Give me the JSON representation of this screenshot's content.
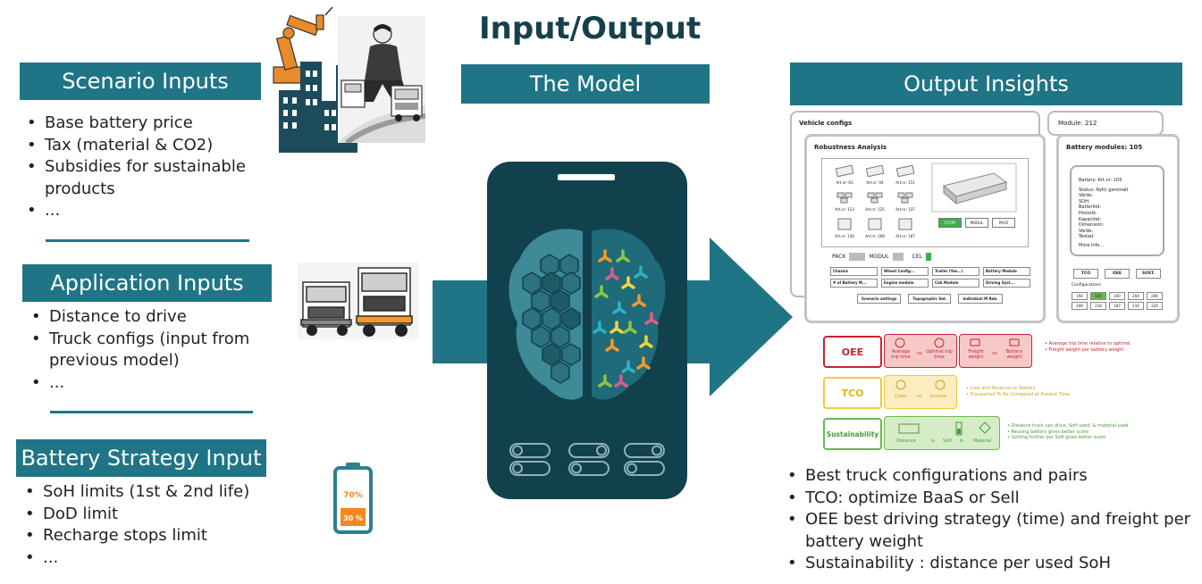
{
  "title": "Input/Output",
  "scenario": {
    "heading": "Scenario Inputs",
    "items": [
      "Base battery price",
      "Tax (material & CO2)",
      "Subsidies for sustainable products",
      "..."
    ]
  },
  "application": {
    "heading": "Application Inputs",
    "items": [
      "Distance to drive",
      "Truck configs (input from previous model)",
      "..."
    ]
  },
  "battery": {
    "heading": "Battery Strategy Input",
    "items": [
      "SoH limits (1st & 2nd life)",
      "DoD limit",
      "Recharge stops limit",
      "..."
    ],
    "level_top": "70%",
    "level_bottom": "30 %"
  },
  "model": {
    "heading": "The Model"
  },
  "output": {
    "heading": "Output Insights",
    "items": [
      "Best truck configurations and pairs",
      "TCO: optimize  BaaS or Sell",
      "OEE best driving strategy (time) and freight per battery weight",
      "Sustainability : distance per used SoH"
    ]
  },
  "screens": {
    "vehicle_configs": "Vehicle configs",
    "module": "Module: 212",
    "robustness": "Robustness Analysis",
    "battery_modules": "Battery modules: 105",
    "grid_labels": [
      "Art.nr: 63",
      "Art.nr: 94",
      "Art.nr: 151",
      "Art.nr: 113",
      "Art.nr: 125",
      "Art.nr: 137",
      "Art.nr: 140",
      "Art.nr: 168",
      "Art.nr: 187"
    ],
    "btn_stopp": "STOPP",
    "btn_modul": "MODUL",
    "btn_pack": "PACK",
    "pack": "PACK",
    "modul": "MODUL",
    "cel": "CEL",
    "tabs_row1": [
      "Chassis",
      "Wheel Config...",
      "Trailer (Yes...)",
      "Battery Module"
    ],
    "tabs_row2": [
      "# of Battery M...",
      "Engine module",
      "Cab Module",
      "Driving Syst..."
    ],
    "tabs_row3": [
      "Scenario settings",
      "Topographic Set.",
      "Individual M Reb."
    ],
    "battery_info": [
      "Battery: Art.nr: 105",
      "Status: Nytt/ gammalt",
      "Värde:",
      "SOH:",
      "Batteritid:",
      "Historik:",
      "Kapacitet:",
      "Dimension:",
      "Värde:",
      "Testad:",
      "More info..."
    ],
    "kpi_buttons": [
      "TCO",
      "OEE",
      "SUST."
    ],
    "configurations": "Configurations",
    "config_cells": [
      "194",
      "105",
      "200",
      "204",
      "206",
      "208",
      "218",
      "187",
      "216",
      "220"
    ]
  },
  "kpis": {
    "oee": {
      "label": "OEE",
      "c1": "Average trip time",
      "c2": "Optimal trip time",
      "c3": "Freight weight",
      "c4": "Battery weight",
      "vs": "vs",
      "notes": [
        "• Average trip time relative to optimal",
        "• Freight weight per battery weight"
      ]
    },
    "tco": {
      "label": "TCO",
      "c1": "Costs",
      "c2": "Income",
      "vs": "vs",
      "notes": [
        "• Cost and Revenue on Battery",
        "• Discounted To Be Compared at Present Time"
      ]
    },
    "sust": {
      "label": "Sustainability",
      "c1": "Distance",
      "c2": "SoH",
      "c3": "Material",
      "amp": "&",
      "notes": [
        "• Distance truck can drive, SoH used, & material used",
        "• Reusing battery gives better score",
        "• Getting further per SoH gives better score"
      ]
    }
  },
  "colors": {
    "teal": "#1f7585",
    "dark": "#16404d",
    "red": "#c8252c",
    "yellow": "#f0c93a",
    "green": "#6aba4b"
  }
}
